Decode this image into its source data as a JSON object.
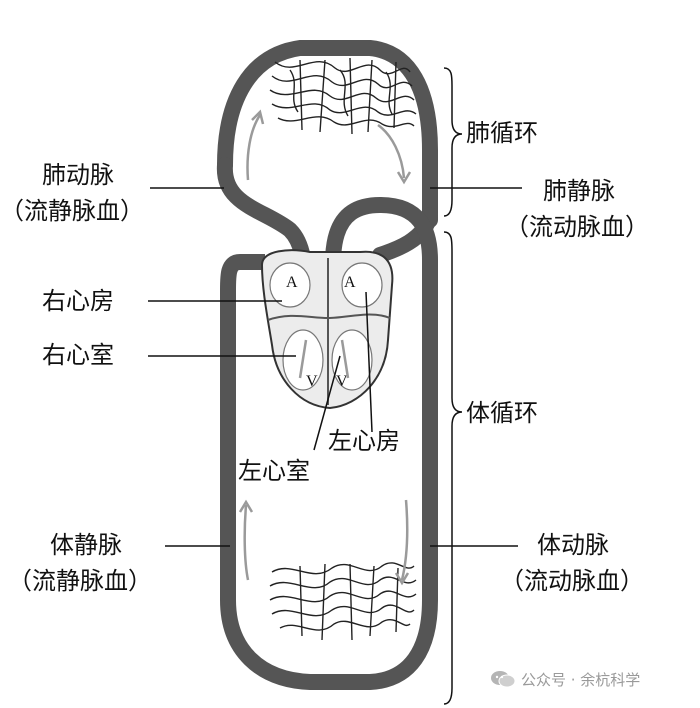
{
  "labels": {
    "pulmonary_artery": "肺动脉",
    "pulmonary_artery_note": "（流静脉血）",
    "pulmonary_vein": "肺静脉",
    "pulmonary_vein_note": "（流动脉血）",
    "pulmonary_circulation": "肺循环",
    "right_atrium": "右心房",
    "right_ventricle": "右心室",
    "left_atrium": "左心房",
    "left_ventricle": "左心室",
    "systemic_circulation": "体循环",
    "vena_cava": "体静脉",
    "vena_cava_note": "（流静脉血）",
    "aorta": "体动脉",
    "aorta_note": "（流动脉血）"
  },
  "heart_marks": {
    "atrium_left_chamber": "A",
    "atrium_right_chamber": "A",
    "ventricle_left_chamber": "V",
    "ventricle_right_chamber": "V"
  },
  "watermark": {
    "text": "公众号 · 余杭科学"
  },
  "colors": {
    "vessel": "#555555",
    "vessel_light": "#9a9a9a",
    "heart_fill": "#ececec",
    "line": "#111111"
  }
}
